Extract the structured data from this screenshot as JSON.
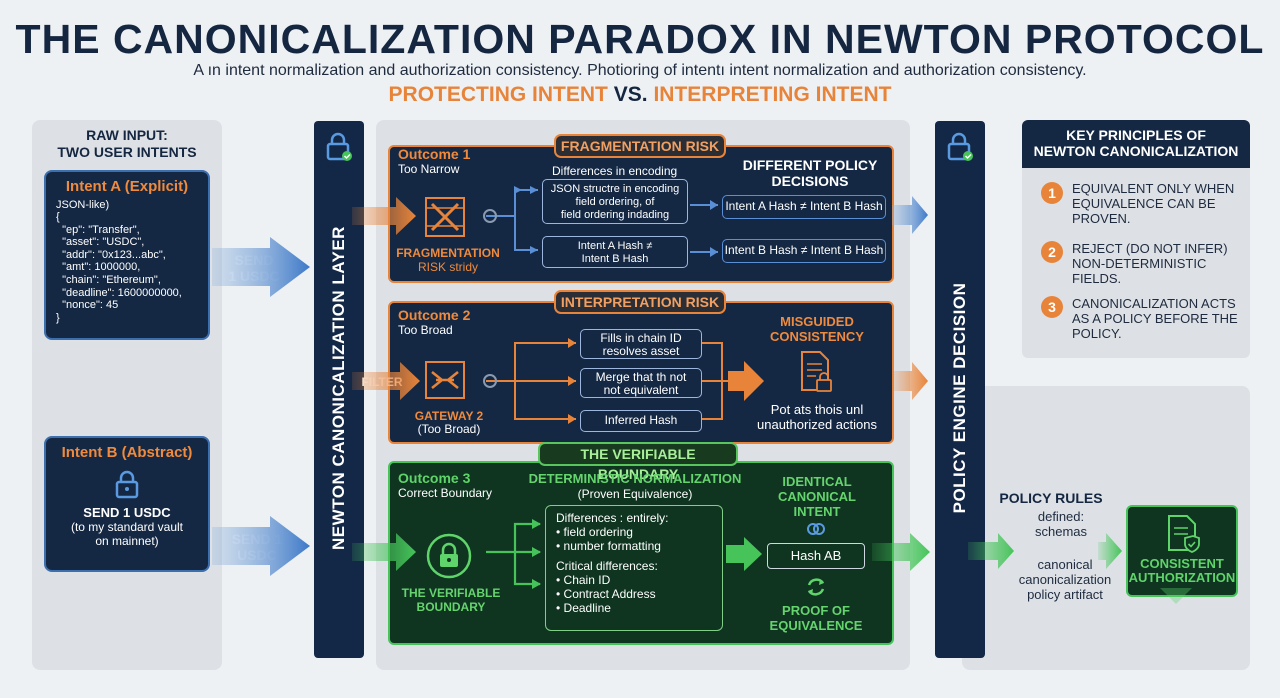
{
  "header": {
    "title": "THE CANONICALIZATION PARADOX IN NEWTON PROTOCOL",
    "subtitle": "A ın intent normalization and authorization consistency. Photioring of intentı intent normalization and authorization consistency.",
    "tagline_left": "PROTECTING INTENT",
    "tagline_vs": "VS.",
    "tagline_right": "INTERPRETING INTENT"
  },
  "raw_input": {
    "heading_line1": "RAW INPUT:",
    "heading_line2": "TWO USER INTENTS",
    "intent_a": {
      "title": "Intent A (Explicit)",
      "format": "JSON-like)",
      "lines": [
        "{",
        "  \"ep\": \"Transfer\",",
        "  \"asset\": \"USDC\",",
        "  \"addr\": \"0x123...abc\",",
        "  \"amt\": 1000000,",
        "  \"chain\": \"Ethereum\",",
        "  \"deadline\": 1600000000,",
        "  \"nonce\": 45",
        "}"
      ]
    },
    "intent_b": {
      "title": "Intent B (Abstract)",
      "line1": "SEND 1 USDC",
      "line2": "(to my standard vault",
      "line3": "on mainnet)"
    },
    "arrow_a_line1": "SEND",
    "arrow_a_line2": "1 USDC",
    "arrow_b_line1": "SEND 1",
    "arrow_b_line2": "USDC"
  },
  "layers": {
    "canonicalization": "NEWTON CANONICALIZATION LAYER",
    "policy_engine": "POLICY ENGINE DECISION",
    "filter_label": "FILTER"
  },
  "outcome1": {
    "pill": "FRAGMENTATION RISK",
    "title": "Outcome 1",
    "sub": "Too Narrow",
    "icon_label1": "FRAGMENTATION",
    "icon_label2": "RISK stridy",
    "diff_label": "Differences in encoding",
    "box1_line1": "JSON structre in encoding",
    "box1_line2": "field ordering, of",
    "box1_line3": "field ordering indading",
    "box2_line1": "Intent A Hash ≠",
    "box2_line2": "Intent B Hash",
    "decision_line1": "DIFFERENT POLICY",
    "decision_line2": "DECISIONS",
    "hash1": "Intent A Hash ≠ Intent B Hash",
    "hash2": "Intent B Hash ≠ Intent B Hash"
  },
  "outcome2": {
    "pill": "INTERPRETATION RISK",
    "title": "Outcome 2",
    "sub": "Too Broad",
    "icon_label1": "GATEWAY 2",
    "icon_label2": "(Too Broad)",
    "box1_line1": "Fills in chain ID",
    "box1_line2": "resolves asset",
    "box2_line1": "Merge that th not",
    "box2_line2": "not equivalent",
    "box3": "Inferred Hash",
    "result_line1": "MISGUIDED",
    "result_line2": "CONSISTENCY",
    "result_desc1": "Pot ats thois unl",
    "result_desc2": "unauthorized actions"
  },
  "outcome3": {
    "pill": "THE VERIFIABLE BOUNDARY",
    "title": "Outcome 3",
    "sub": "Correct Boundary",
    "heading": "DETERMINISTIC NORMALIZATION",
    "heading_sub": "(Proven Equivalence)",
    "icon_label1": "THE VERIFIABLE",
    "icon_label2": "BOUNDARY",
    "diff_title": "Differences : entirely:",
    "diff_items": [
      "field ordering",
      "number formatting"
    ],
    "critical_title": "Critical differences:",
    "critical_items": [
      "Chain ID",
      "Contract Address",
      "Deadline"
    ],
    "identical_line1": "IDENTICAL",
    "identical_line2": "CANONICAL",
    "identical_line3": "INTENT",
    "hash": "Hash AB",
    "proof_line1": "PROOF OF",
    "proof_line2": "EQUIVALENCE"
  },
  "key_principles": {
    "heading_line1": "KEY PRINCIPLES OF",
    "heading_line2": "NEWTON CANONICALIZATION",
    "items": [
      {
        "num": "1",
        "l1": "EQUIVALENT ONLY WHEN",
        "l2": "EQUIVALENCE CAN BE",
        "l3": "PROVEN."
      },
      {
        "num": "2",
        "l1": "REJECT (DO NOT INFER)",
        "l2": "NON-DETERMINISTIC",
        "l3": "FIELDS."
      },
      {
        "num": "3",
        "l1": "CANONICALIZATION ACTS",
        "l2": "AS A POLICY BEFORE THE",
        "l3": "POLICY."
      }
    ]
  },
  "policy_rules": {
    "title": "POLICY RULES",
    "line1": "defined:",
    "line2": "schemas",
    "line3": "canonical",
    "line4": "canonicalization",
    "line5": "policy artifact",
    "result_line1": "CONSISTENT",
    "result_line2": "AUTHORIZATION"
  },
  "colors": {
    "navy": "#142844",
    "orange": "#e8843a",
    "green": "#46c45a",
    "blue": "#3c6fae"
  }
}
